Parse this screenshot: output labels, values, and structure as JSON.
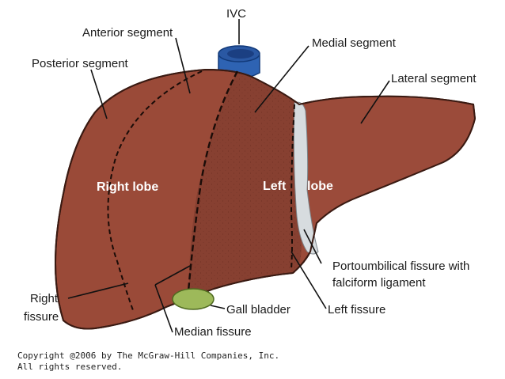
{
  "labels": {
    "ivc": "IVC",
    "anterior_segment": "Anterior segment",
    "medial_segment": "Medial segment",
    "posterior_segment": "Posterior segment",
    "lateral_segment": "Lateral segment",
    "right_lobe": "Right lobe",
    "left_lobe_left": "Left",
    "left_lobe_right": "lobe",
    "portoumbilical_line1": "Portoumbilical fissure with",
    "portoumbilical_line2": "falciform ligament",
    "right_fissure_line1": "Right",
    "right_fissure_line2": "fissure",
    "gall_bladder": "Gall bladder",
    "left_fissure": "Left fissure",
    "median_fissure": "Median fissure"
  },
  "copyright": {
    "line1": "Copyright @2006 by The McGraw-Hill Companies, Inc.",
    "line2": "All rights reserved."
  },
  "colors": {
    "liver_right": "#9a4a38",
    "liver_medial": "#874031",
    "liver_left": "#9b4b3a",
    "outline": "#3a1a12",
    "ligament": "#d7dcdf",
    "ivc": "#2e63b3",
    "gallbladder": "#9db95a"
  }
}
